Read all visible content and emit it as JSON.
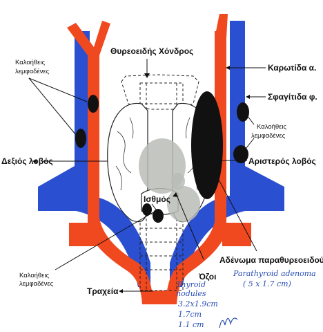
{
  "labels": {
    "thyroid_cartilage": "Θυρεοειδής Χόνδρος",
    "carotid": "Καρωτίδα α.",
    "jugular": "Σφαγίτιδα φ.",
    "benign_nodes_tl_1": "Καλοήθεις",
    "benign_nodes_tl_2": "λεμφαδένες",
    "benign_nodes_r_1": "Καλοήθεις",
    "benign_nodes_r_2": "λεμφαδένες",
    "benign_nodes_bl_1": "Καλοήθεις",
    "benign_nodes_bl_2": "λεμφαδένες",
    "right_lobe": "Δεξιός λοβός",
    "left_lobe": "Αριστερός λοβός",
    "isthmus": "Ισθμός",
    "parathyroid_adenoma": "Αδένωμα παραθυρεοειδούς",
    "nodules": "Όζοι",
    "trachea": "Τραχεία"
  },
  "handwritten": {
    "adenoma_en": "Parathyroid adenoma",
    "adenoma_size": "( 5 x 1.7 cm)",
    "nodules_1": "Thyroid",
    "nodules_2": "nodules",
    "nodules_3": "3.2x1.9cm",
    "nodules_4": "1.7cm",
    "nodules_5": "1.1 cm"
  },
  "colors": {
    "artery": "#f0481f",
    "vein": "#2a4fd0",
    "node": "#111111",
    "nodule": "#b9bcb6"
  }
}
